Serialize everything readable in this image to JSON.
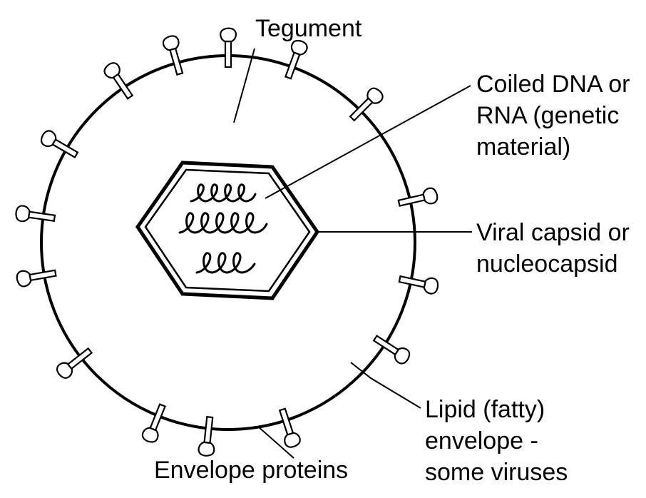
{
  "labels": {
    "tegument": "Tegument",
    "genetic_material": [
      "Coiled DNA or",
      "RNA (genetic",
      "material)"
    ],
    "capsid": [
      "Viral capsid or",
      "nucleocapsid"
    ],
    "envelope": [
      "Lipid (fatty)",
      "envelope -",
      "some viruses"
    ],
    "envelope_proteins": "Envelope proteins"
  },
  "colors": {
    "stroke": "#000000",
    "background": "#ffffff"
  }
}
